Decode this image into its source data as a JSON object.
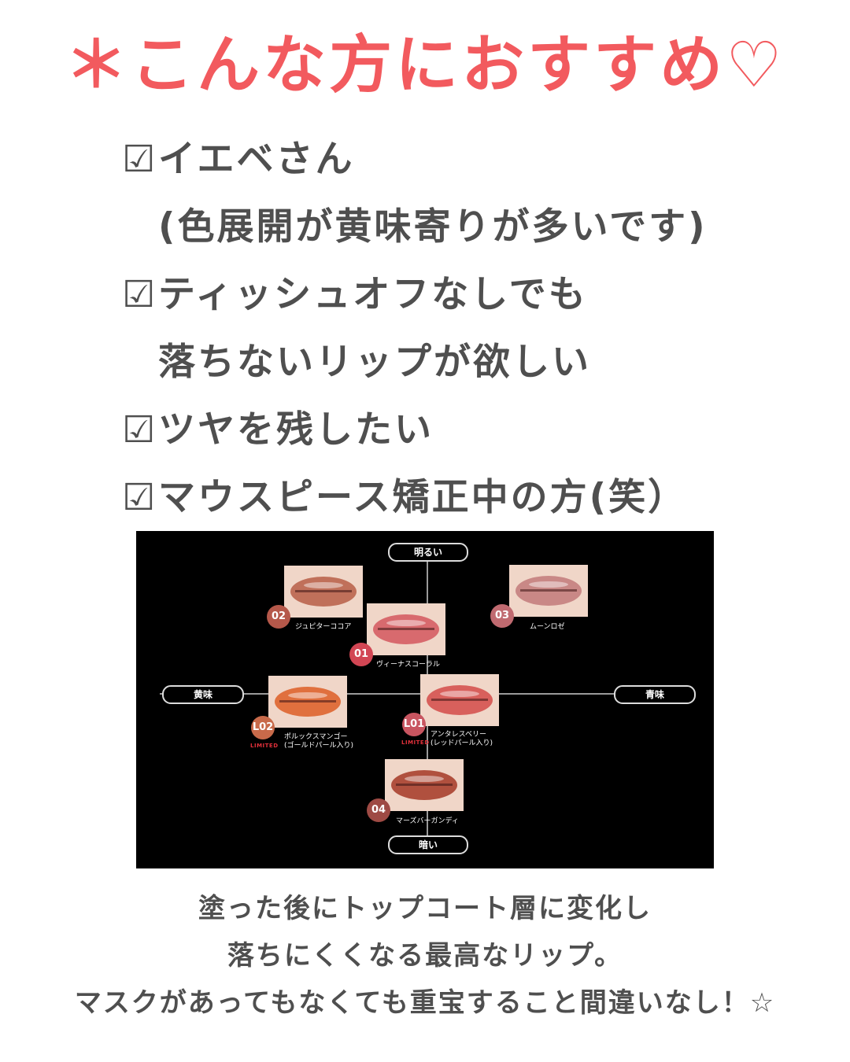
{
  "title": "＊こんな方におすすめ♡",
  "checklist": [
    {
      "box": "☑",
      "text": "イエベさん",
      "indent": false
    },
    {
      "box": "",
      "text": "(色展開が黄味寄りが多いです)",
      "indent": true
    },
    {
      "box": "☑",
      "text": "ティッシュオフなしでも",
      "indent": false
    },
    {
      "box": "",
      "text": "落ちないリップが欲しい",
      "indent": true
    },
    {
      "box": "☑",
      "text": "ツヤを残したい",
      "indent": false
    },
    {
      "box": "☑",
      "text": "マウスピース矯正中の方(笑）",
      "indent": false
    }
  ],
  "chart": {
    "axis_top": "明るい",
    "axis_bottom": "暗い",
    "axis_left": "黄味",
    "axis_right": "青味",
    "items": [
      {
        "num": "02",
        "name": "ジュピターココア",
        "limited": "",
        "color": "#c0705a",
        "badge": "#b5584a"
      },
      {
        "num": "01",
        "name": "ヴィーナスコーラル",
        "limited": "",
        "color": "#d86a6e",
        "badge": "#d24654"
      },
      {
        "num": "03",
        "name": "ムーンロゼ",
        "limited": "",
        "color": "#c98886",
        "badge": "#c06a70"
      },
      {
        "num": "L02",
        "name": "ポルックスマンゴー\n(ゴールドパール入り)",
        "limited": "LIMITED",
        "color": "#e0703e",
        "badge": "#c86a4a"
      },
      {
        "num": "L01",
        "name": "アンタレスベリー\n(レッドパール入り)",
        "limited": "LIMITED",
        "color": "#d8605c",
        "badge": "#c85560"
      },
      {
        "num": "04",
        "name": "マーズバーガンディ",
        "limited": "",
        "color": "#b0503e",
        "badge": "#9e4a44"
      }
    ]
  },
  "caption": [
    "塗った後にトップコート層に変化し",
    "落ちにくくなる最高なリップ。",
    "マスクがあってもなくても重宝すること間違いなし！☆"
  ]
}
